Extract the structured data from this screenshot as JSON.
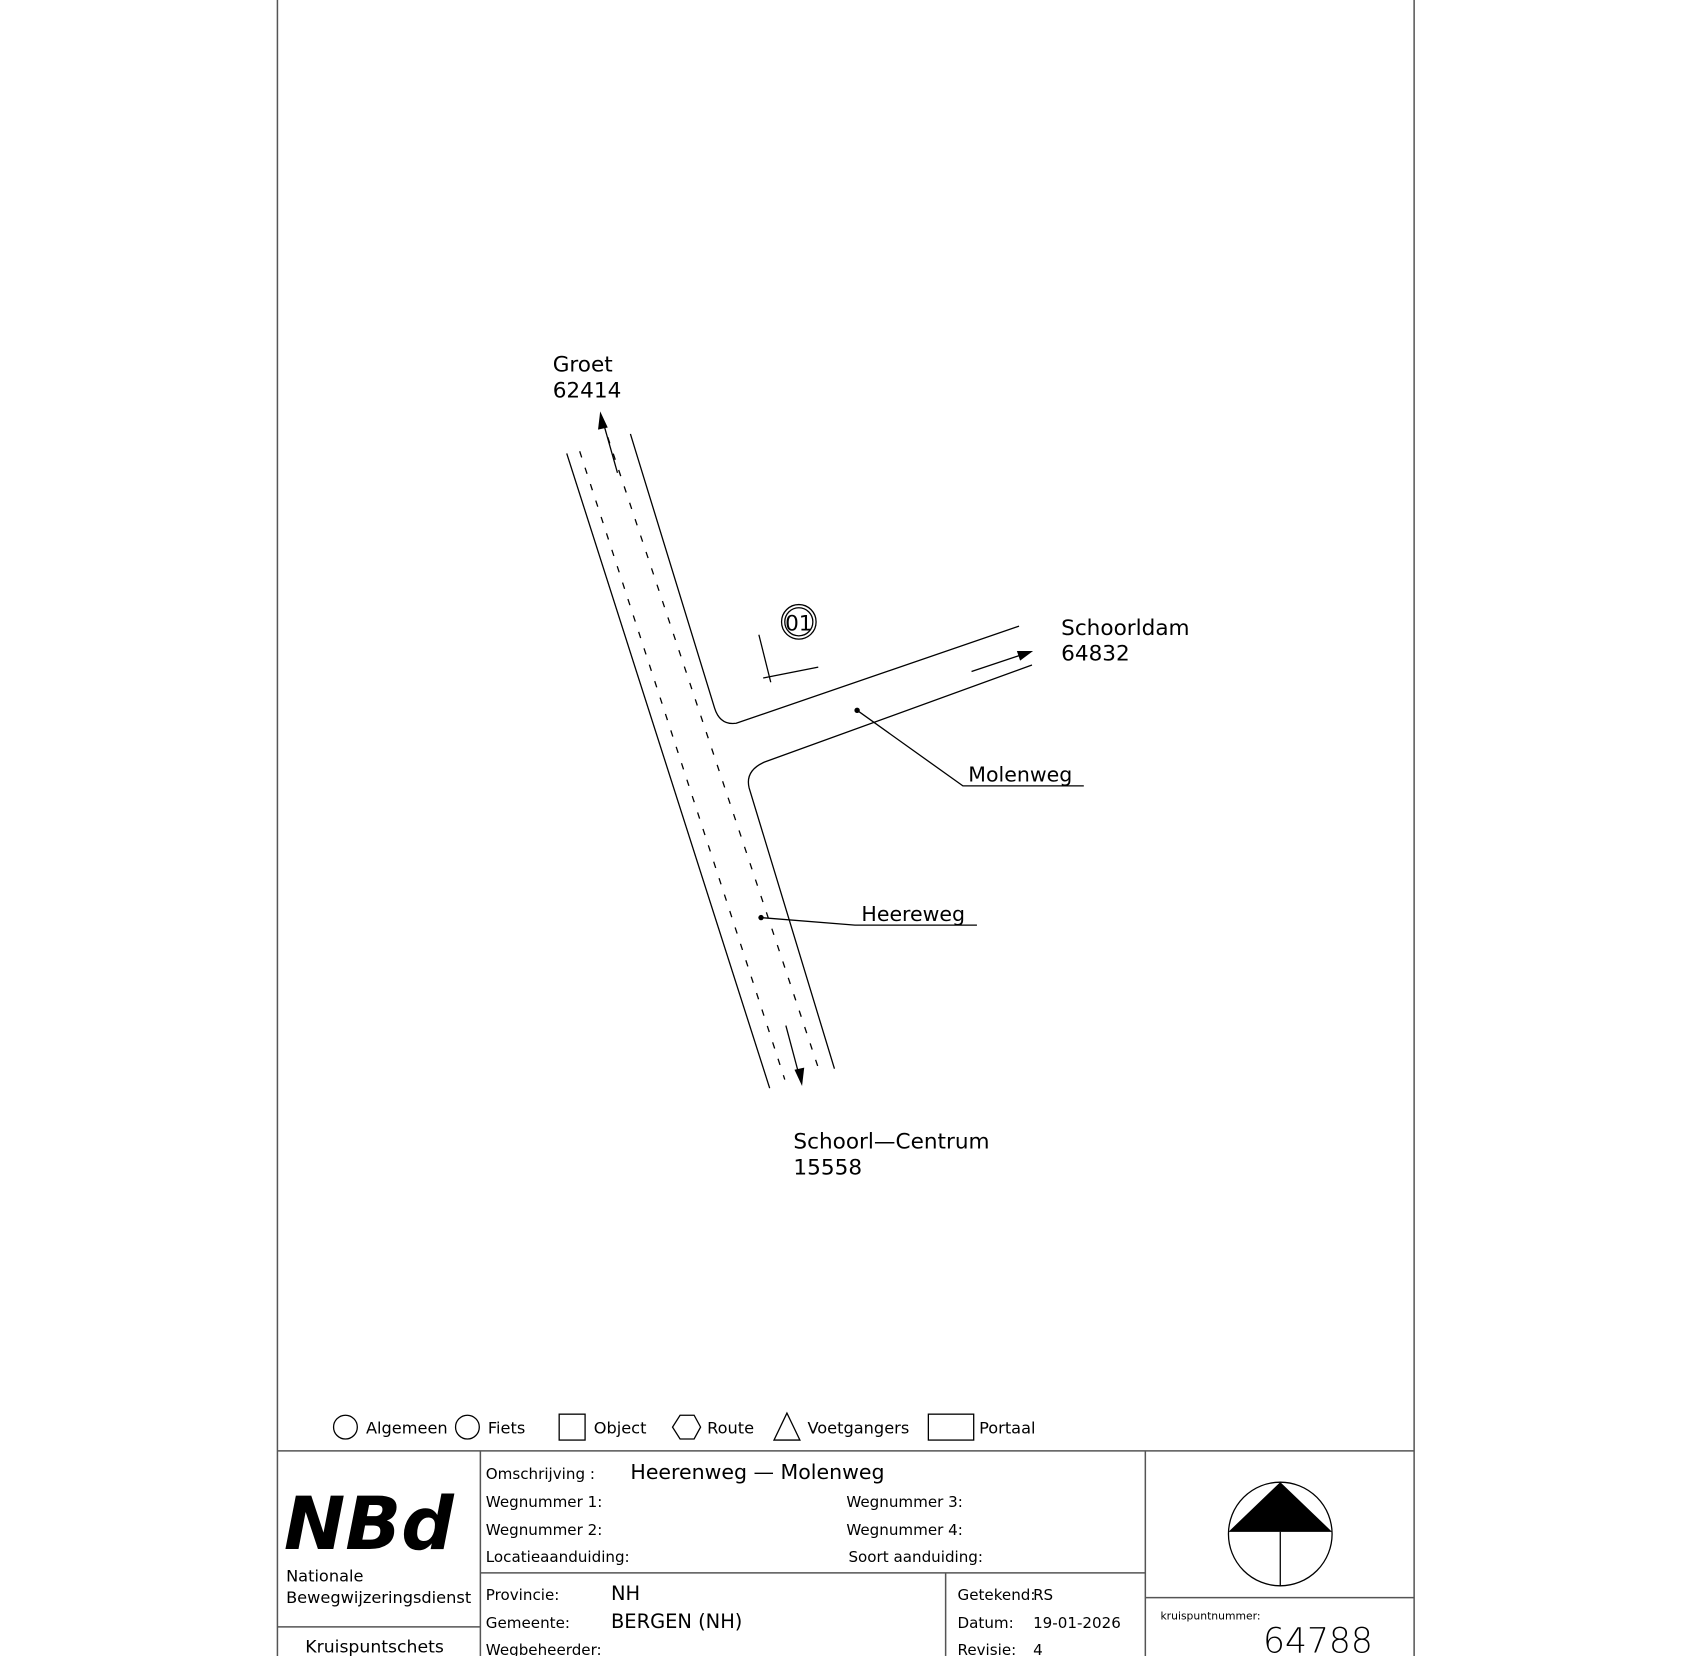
{
  "drawing": {
    "destinations": {
      "north": {
        "name": "Groet",
        "number": "62414"
      },
      "east": {
        "name": "Schoorldam",
        "number": "64832"
      },
      "south": {
        "name": "Schoorl—Centrum",
        "number": "15558"
      }
    },
    "roads": {
      "main": "Heereweg",
      "side": "Molenweg"
    },
    "sign_marker": "01"
  },
  "legend": [
    "Algemeen",
    "Fiets",
    "Object",
    "Route",
    "Voetgangers",
    "Portaal"
  ],
  "title_block": {
    "logo": "NBd",
    "org_line1": "Nationale",
    "org_line2": "Bewegwijzeringsdienst",
    "doc_type": "Kruispuntschets",
    "omschrijving_label": "Omschrijving :",
    "omschrijving": "Heerenweg — Molenweg",
    "wegnummer1_label": "Wegnummer 1:",
    "wegnummer2_label": "Wegnummer 2:",
    "wegnummer3_label": "Wegnummer 3:",
    "wegnummer4_label": "Wegnummer 4:",
    "locatie_label": "Locatieaanduiding:",
    "soort_label": "Soort aanduiding:",
    "provincie_label": "Provincie:",
    "provincie": "NH",
    "gemeente_label": "Gemeente:",
    "gemeente": "BERGEN (NH)",
    "wegbeheerder_label": "Wegbeheerder:",
    "getekend_label": "Getekend:",
    "getekend": "RS",
    "datum_label": "Datum:",
    "datum": "19-01-2026",
    "revisie_label": "Revisie:",
    "revisie": "4",
    "kruispunt_label": "kruispuntnummer:",
    "kruispunt": "64788"
  }
}
